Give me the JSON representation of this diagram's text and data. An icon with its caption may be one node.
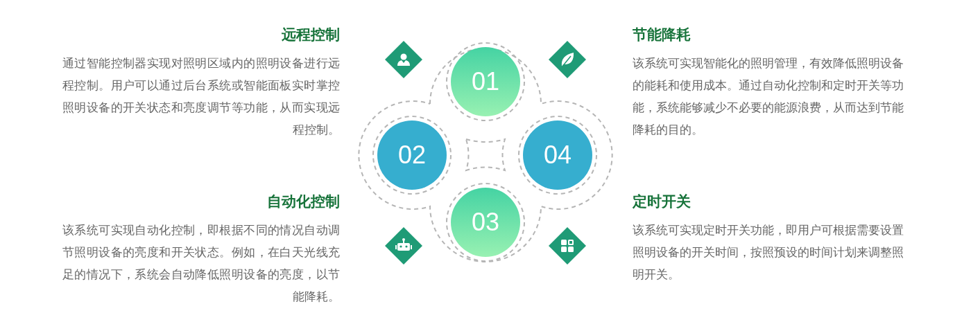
{
  "diagram": {
    "nodes": [
      {
        "text": [
          "01"
        ]
      },
      {
        "text": [
          "02"
        ]
      },
      {
        "text": [
          "04"
        ]
      },
      {
        "text": [
          "03"
        ]
      }
    ],
    "edges": [],
    "labels": [
      "远程控制",
      "通过智能控制器实现对照明区域内的照明设备进行远程控制。用户可以通过后台系统或智能面板实时掌控照明设备的开关状态和亮度调节等功能，从而实现远程控制。",
      "节能降耗",
      "该系统可实现智能化的照明管理，有效降低照明设备的能耗和使用成本。通过自动化控制和定时开关等功能，系统能够减少不必要的能源浪费，从而达到节能降耗的目的。",
      "自动化控制",
      "该系统可实现自动化控制，即根据不同的情况自动调节照明设备的亮度和开关状态。例如，在白天光线充足的情况下，系统会自动降低照明设备的亮度，以节能降耗。",
      "定时开关",
      "该系统可实现定时开关功能，即用户可根据需要设置照明设备的开关时间，按照预设的时间计划来调整照明开关。"
    ]
  }
}
